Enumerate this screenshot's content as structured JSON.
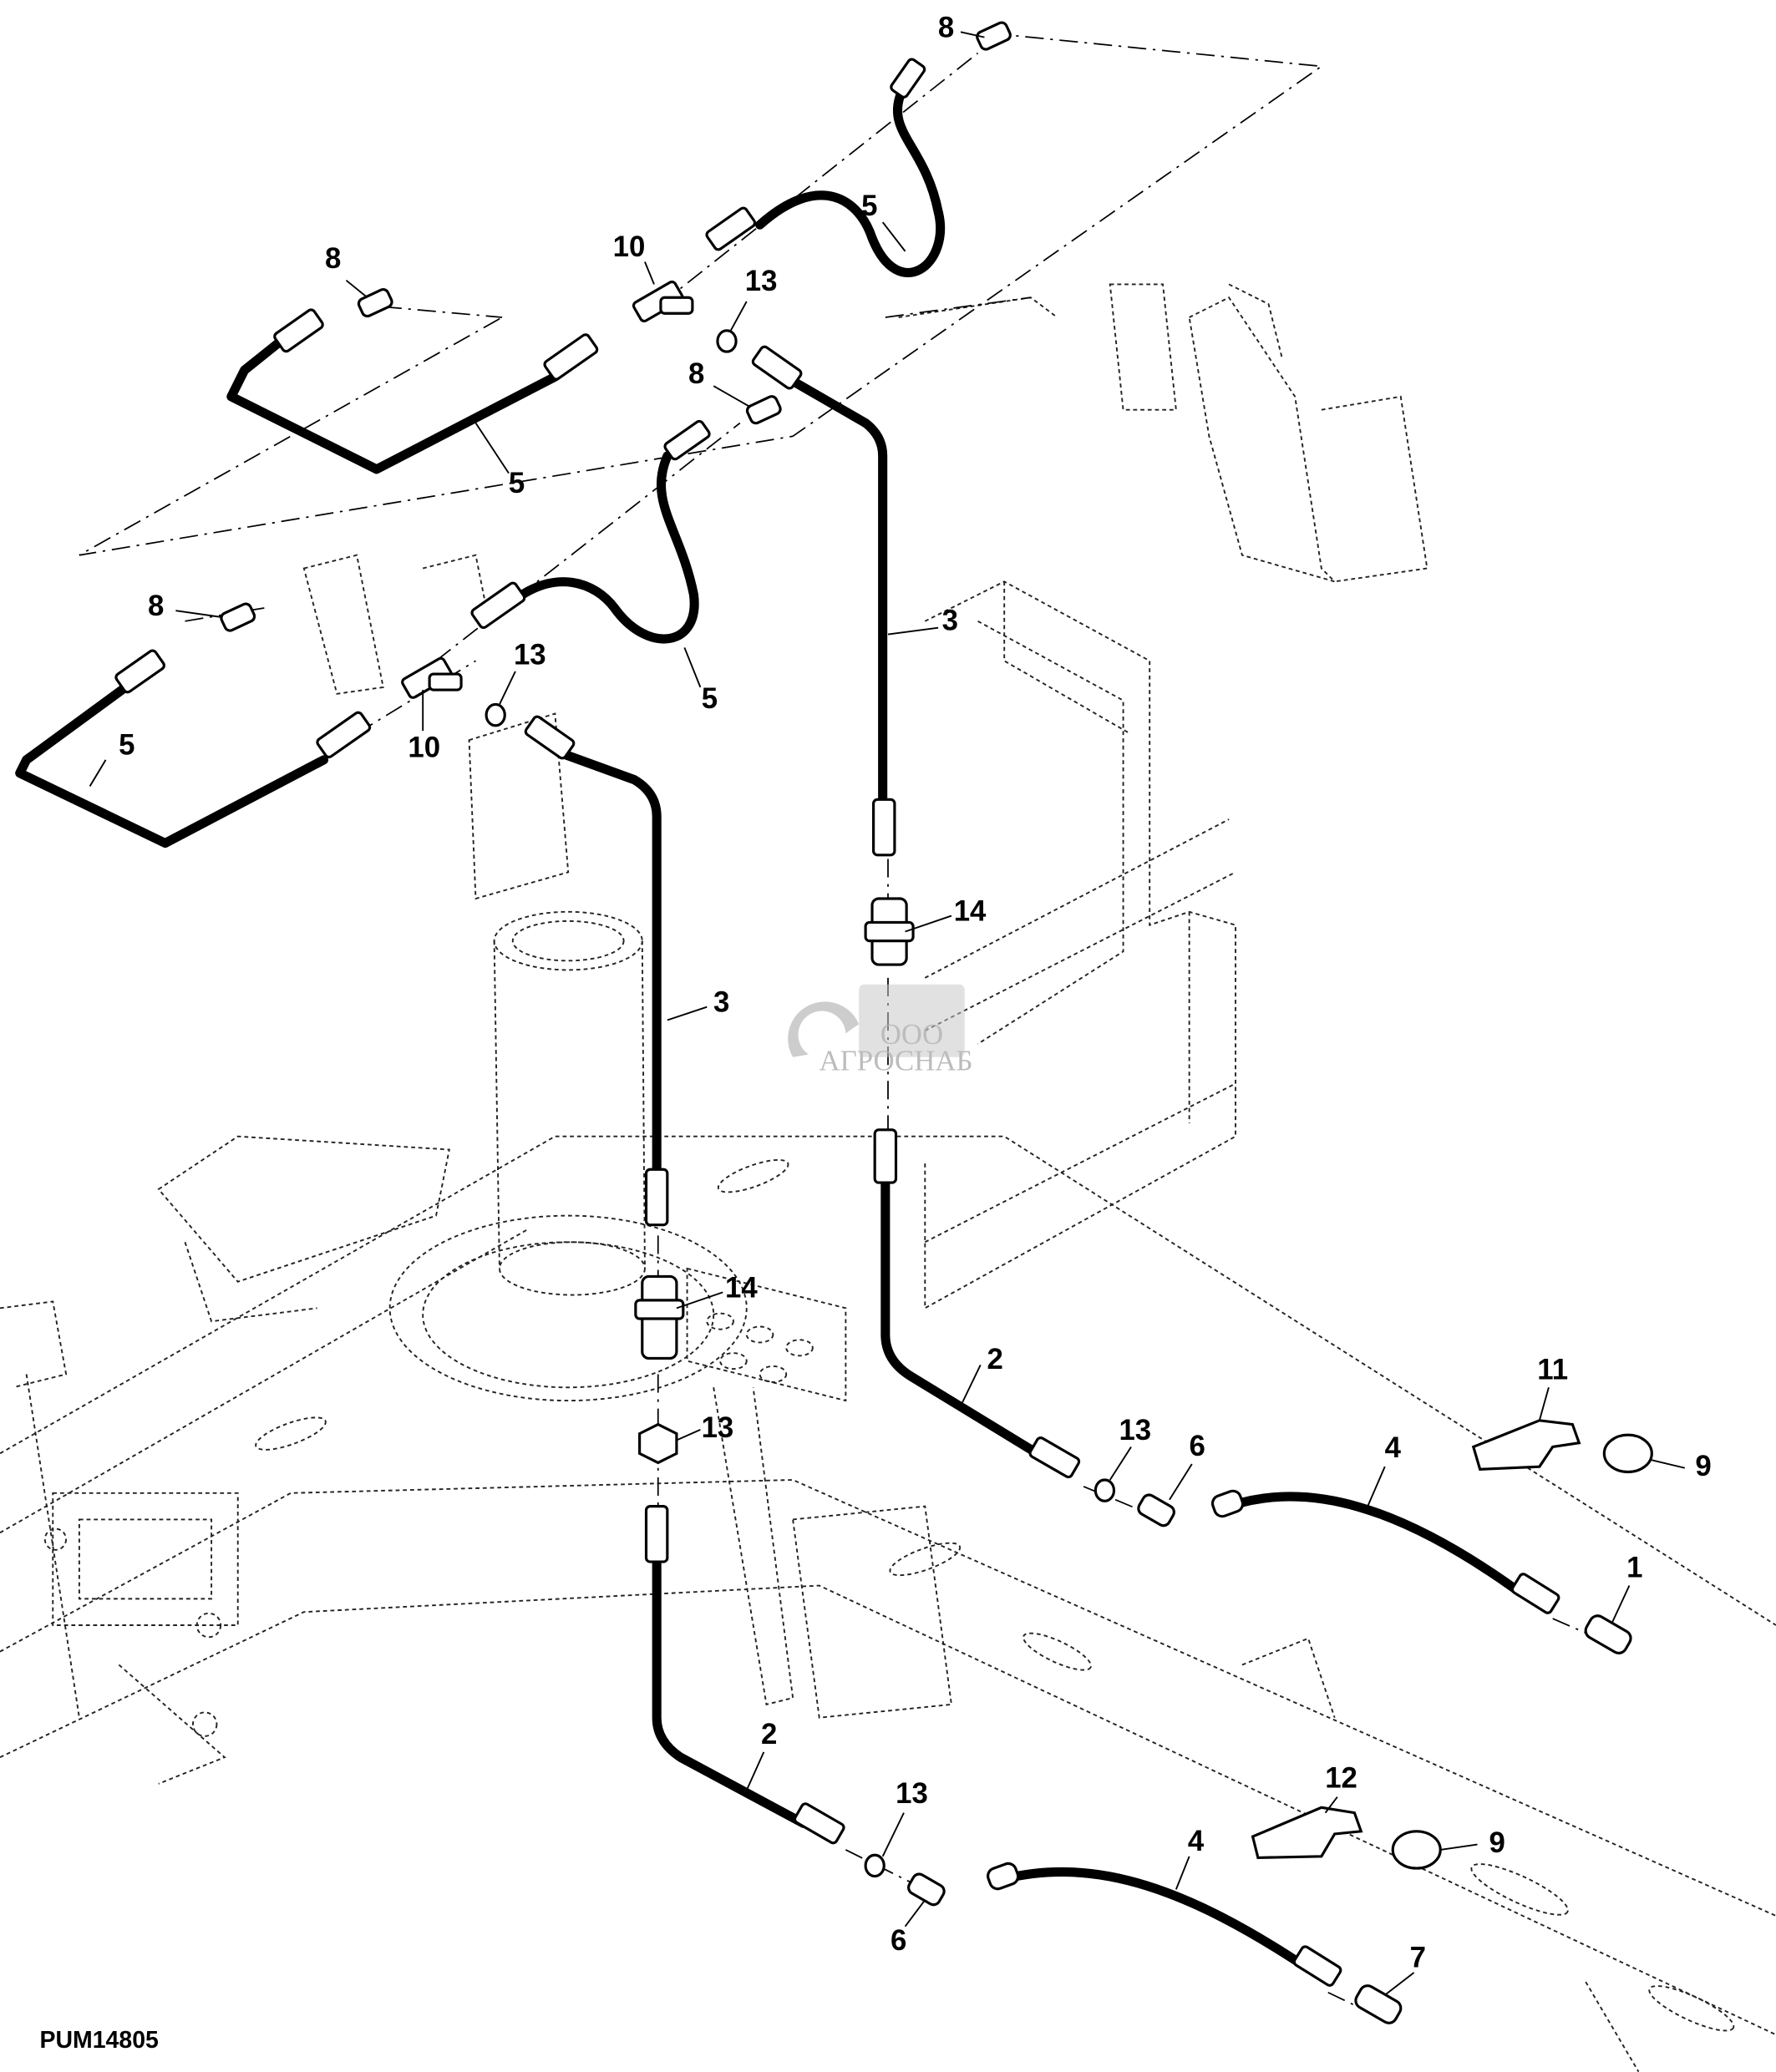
{
  "figure": {
    "id": "PUM14805",
    "type": "exploded parts diagram",
    "subject": "hydraulic hose routing with fittings"
  },
  "watermark": {
    "prefix": "ООО",
    "name": "АГРОСНАБ"
  },
  "callouts": [
    {
      "id": "c8a",
      "label": "8"
    },
    {
      "id": "c5a",
      "label": "5"
    },
    {
      "id": "c10a",
      "label": "10"
    },
    {
      "id": "c13a",
      "label": "13"
    },
    {
      "id": "c8b",
      "label": "8"
    },
    {
      "id": "c8c",
      "label": "8"
    },
    {
      "id": "c5b",
      "label": "5"
    },
    {
      "id": "c8d",
      "label": "8"
    },
    {
      "id": "c3a",
      "label": "3"
    },
    {
      "id": "c13b",
      "label": "13"
    },
    {
      "id": "c5c",
      "label": "5"
    },
    {
      "id": "c5d",
      "label": "5"
    },
    {
      "id": "c10b",
      "label": "10"
    },
    {
      "id": "c14a",
      "label": "14"
    },
    {
      "id": "c3b",
      "label": "3"
    },
    {
      "id": "c14b",
      "label": "14"
    },
    {
      "id": "c2a",
      "label": "2"
    },
    {
      "id": "c11",
      "label": "11"
    },
    {
      "id": "c13c",
      "label": "13"
    },
    {
      "id": "c13d",
      "label": "13"
    },
    {
      "id": "c6a",
      "label": "6"
    },
    {
      "id": "c4a",
      "label": "4"
    },
    {
      "id": "c9a",
      "label": "9"
    },
    {
      "id": "c1",
      "label": "1"
    },
    {
      "id": "c2b",
      "label": "2"
    },
    {
      "id": "c13e",
      "label": "13"
    },
    {
      "id": "c12",
      "label": "12"
    },
    {
      "id": "c9b",
      "label": "9"
    },
    {
      "id": "c4b",
      "label": "4"
    },
    {
      "id": "c6b",
      "label": "6"
    },
    {
      "id": "c7",
      "label": "7"
    }
  ]
}
